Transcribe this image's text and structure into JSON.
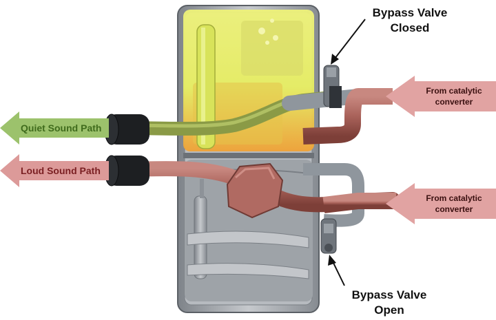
{
  "labels": {
    "bypass_closed": [
      "Bypass Valve",
      "Closed"
    ],
    "bypass_open": [
      "Bypass Valve",
      "Open"
    ],
    "quiet_path": "Quiet Sound Path",
    "loud_path": "Loud Sound Path",
    "from_cat_top": [
      "From catalytic",
      "converter"
    ],
    "from_cat_bottom": [
      "From catalytic",
      "converter"
    ]
  },
  "colors": {
    "quiet_arrow": "#9cc26c",
    "quiet_text": "#3f6b1c",
    "loud_arrow": "#dc9a99",
    "loud_text": "#7a1f22",
    "inlet_arrow": "#e1a3a2",
    "pipe_copper": "#b06a62",
    "pipe_steel": "#9aa2aa",
    "chamber_steel": "#a9adb2",
    "quiet_glow_yellow": "#e7ee62",
    "quiet_glow_orange": "#f0a236"
  }
}
